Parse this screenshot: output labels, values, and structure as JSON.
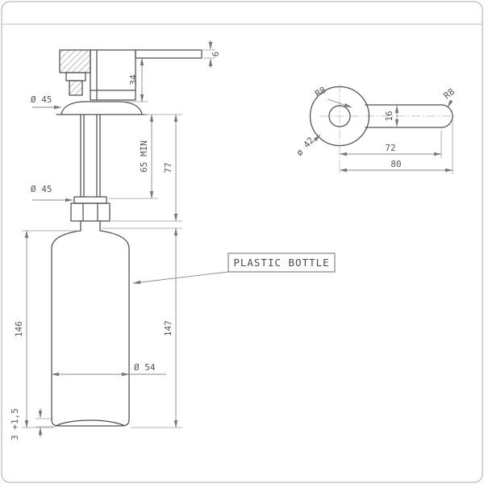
{
  "callout": {
    "label": "PLASTIC BOTTLE"
  },
  "side_view": {
    "spout_height": "6",
    "head_offset": "34",
    "escutcheon_diameter": "Ø 45",
    "collar_diameter": "Ø 45",
    "thread_min_length": "65 MIN",
    "shank_length": "77",
    "bottle_height": "146",
    "overall_height": "147",
    "bottle_diameter": "Ø 54",
    "base_recess": "3 +1,5"
  },
  "top_view": {
    "neck_radius": "R8",
    "tip_radius": "R8",
    "flange_diameter": "ø 42",
    "spout_width": "16",
    "reach_to_tip_center": "72",
    "reach_overall": "80"
  }
}
